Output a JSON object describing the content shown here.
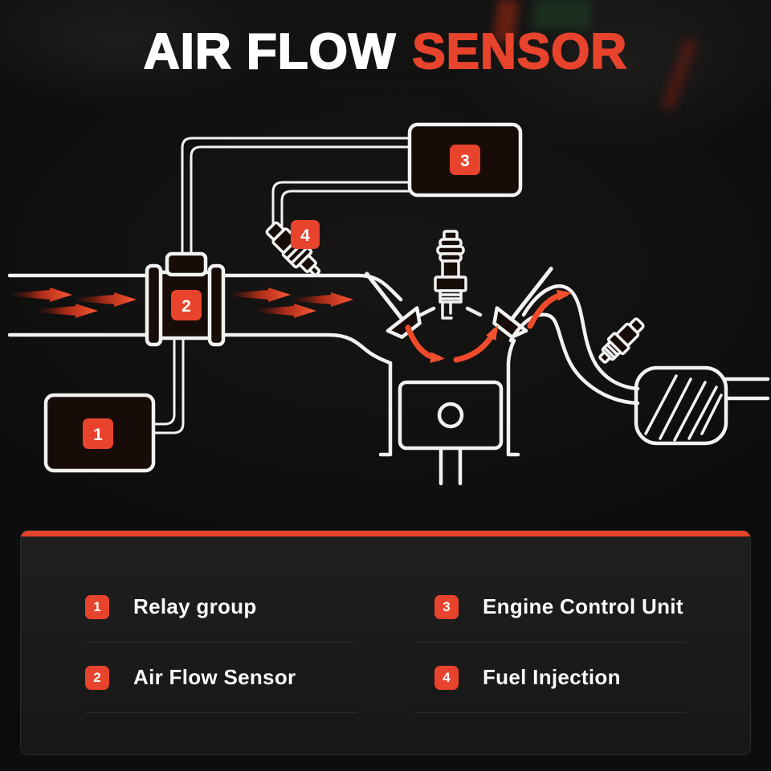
{
  "title": {
    "white": "AIR FLOW",
    "accent": "SENSOR"
  },
  "diagram": {
    "callouts": [
      {
        "number": "1"
      },
      {
        "number": "2"
      },
      {
        "number": "3"
      },
      {
        "number": "4"
      }
    ]
  },
  "legend": {
    "items": [
      {
        "number": "1",
        "label": "Relay group"
      },
      {
        "number": "2",
        "label": "Air Flow Sensor"
      },
      {
        "number": "3",
        "label": "Engine Control Unit"
      },
      {
        "number": "4",
        "label": "Fuel Injection"
      }
    ]
  },
  "colors": {
    "accent": "#e8432c",
    "background": "#0d0d0d",
    "panel": "#1b1b1b",
    "line": "#f2f2f2"
  }
}
